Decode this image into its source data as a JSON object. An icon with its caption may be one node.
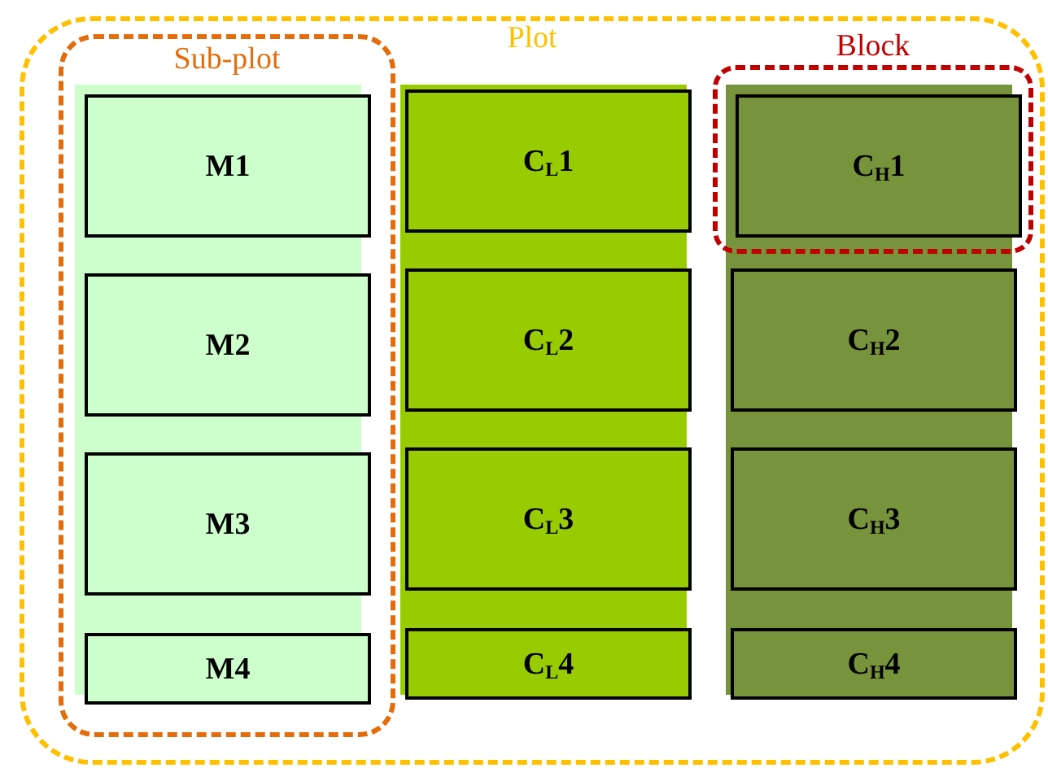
{
  "diagram": {
    "nodes": [
      {
        "text": [
          "Plot"
        ]
      },
      {
        "text": [
          "Sub-plot"
        ],
        "in": 0
      },
      {
        "text": [
          "M1"
        ],
        "in": 1
      },
      {
        "text": [
          "M2"
        ],
        "in": 1
      },
      {
        "text": [
          "M3"
        ],
        "in": 1
      },
      {
        "text": [
          "M4"
        ],
        "in": 1
      },
      {
        "text": [
          "C$_{L}$1"
        ],
        "in": 0
      },
      {
        "text": [
          "C$_{L}$2"
        ],
        "in": 0
      },
      {
        "text": [
          "C$_{L}$3"
        ],
        "in": 0
      },
      {
        "text": [
          "C$_{L}$4"
        ],
        "in": 0
      },
      {
        "text": [
          "Block"
        ],
        "in": 0
      },
      {
        "text": [
          "C$_{H}$1"
        ],
        "in": 10
      },
      {
        "text": [
          "C$_{H}$2"
        ],
        "in": 0
      },
      {
        "text": [
          "C$_{H}$3"
        ],
        "in": 0
      },
      {
        "text": [
          "C$_{H}$4"
        ],
        "in": 0
      }
    ]
  }
}
